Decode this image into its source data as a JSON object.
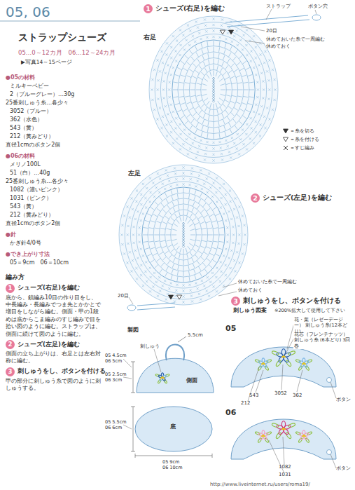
{
  "diagram": {
    "title": "ストラップシューズ",
    "nodes": [
      {
        "text": [
          "1",
          "シューズ(右足)を編む"
        ]
      },
      {
        "text": [
          "2",
          "シューズ(左足)を編む"
        ]
      },
      {
        "text": [
          "3",
          "刺しゅうをし、ボタンを付ける"
        ]
      },
      {
        "text": [
          "1",
          "シューズ(右足)を編む"
        ]
      },
      {
        "text": [
          "2",
          "シューズ(左足)を編む"
        ]
      },
      {
        "text": [
          "3",
          "刺しゅうをし、ボタンを付ける"
        ]
      }
    ],
    "labels": [
      "05, 06",
      "05…0～12カ月　06…12～24カ月",
      "▶写真14～15ページ",
      "●05の材料",
      "ミルキーベビー",
      "2（ブルーグレー）…30g",
      "25番刺しゅう糸…各少々",
      "3052（ブルー）",
      "362（水色）",
      "543（黄）",
      "212（黄みどり）",
      "直径1cmのボタン2個",
      "●06の材料",
      "メリノ100L",
      "51（白）…40g",
      "25番刺しゅう糸…各少々",
      "1082（濃いピンク）",
      "1031（ピンク）",
      "543（黄）",
      "212（黄みどり）",
      "直径1cmのボタン2個",
      "●針",
      "かぎ針4/0号",
      "●でき上がり寸法",
      "05＝9cm　06＝10cm",
      "編み方",
      "底から、鎖編み10目の作り目をし、中長編み・長編みでつま先とかかとで増目をしながら編む。側面・甲の1段めは底からこま編みのすじ編みで目を拾い図のように編む。ストラップは、側面に続けて図のように編む。",
      "側面の立ち上がりは、右足とは左右対称に編む。",
      "甲の部分に刺しゅう糸で図のように刺しゅうする。",
      "右足",
      "ストラップ",
      "ボタン穴",
      "20目",
      "休めておいた糸で一周編む",
      "休めておく",
      "左足",
      "休めておいた糸で一周編む",
      "休めておく",
      "20目",
      "刺しゅう図案",
      "※200%拡大して使用して下さい",
      "05",
      "花・葉（レゼーデージー） 刺しゅう糸(12本どり)",
      "花芯（フレンチナッツ） 刺しゅう糸 (6本どり) 3回巻",
      "3052",
      "543",
      "362",
      "212",
      "ボタン",
      "06",
      "1082",
      "1031",
      "ボタン",
      "製図",
      "5.5cm",
      "05 4.5cm",
      "06 5cm",
      "刺しゅう",
      "側面",
      "05 2.5cm",
      "06 3cm",
      "底",
      "05 5.5cm",
      "06 6cm",
      "05 9cm",
      "06 10cm",
      "http://www.liveinternet.ru/users/roma19/"
    ],
    "legend": [
      {
        "text": "＝糸を切る"
      },
      {
        "text": "＝糸を付ける"
      },
      {
        "text": "＝すじ編み"
      }
    ]
  }
}
